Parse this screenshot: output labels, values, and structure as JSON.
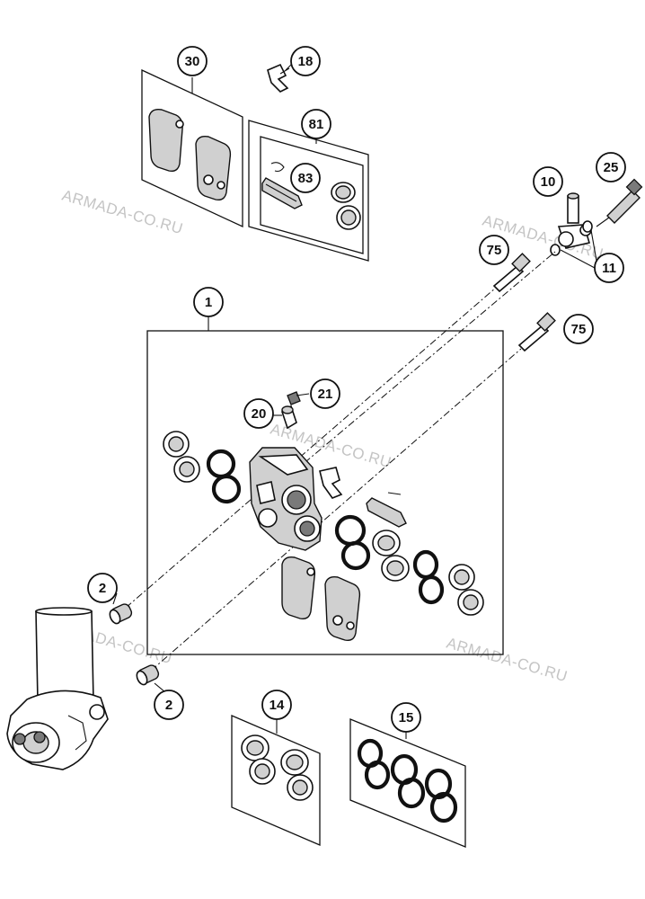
{
  "watermark": "ARMADA-CO.RU",
  "callouts": {
    "c30": "30",
    "c18": "18",
    "c81": "81",
    "c83": "83",
    "c10": "10",
    "c25": "25",
    "c75a": "75",
    "c11": "11",
    "c1": "1",
    "c75b": "75",
    "c21": "21",
    "c20": "20",
    "c2a": "2",
    "c2b": "2",
    "c14": "14",
    "c15": "15"
  }
}
